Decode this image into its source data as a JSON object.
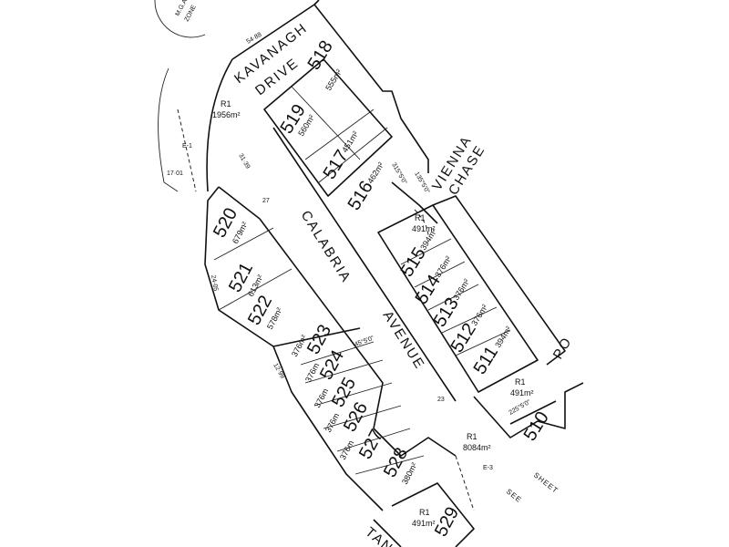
{
  "roads": {
    "kavanagh_line1": "KAVANAGH",
    "kavanagh_line2": "DRIVE",
    "calabria_line1": "CALABRIA",
    "calabria_line2": "AVENUE",
    "vienna_line1": "VIENNA",
    "vienna_line2": "CHASE",
    "partial_left": "TANO",
    "partial_right": "PO"
  },
  "reserves": [
    {
      "code": "R1",
      "area": "1956m²"
    },
    {
      "code": "R1",
      "area": "491m²"
    },
    {
      "code": "R1",
      "area": "491m²"
    },
    {
      "code": "R1",
      "area": "8084m²"
    },
    {
      "code": "R1",
      "area": "491m²"
    }
  ],
  "lots": [
    {
      "number": "518",
      "area": "555m²"
    },
    {
      "number": "519",
      "area": "560m²"
    },
    {
      "number": "517",
      "area": "451m²"
    },
    {
      "number": "516",
      "area": "462m²"
    },
    {
      "number": "515",
      "area": "394m²"
    },
    {
      "number": "514",
      "area": "376m²"
    },
    {
      "number": "513",
      "area": "376m²"
    },
    {
      "number": "512",
      "area": "376m²"
    },
    {
      "number": "511",
      "area": "394m²"
    },
    {
      "number": "510",
      "area": ""
    },
    {
      "number": "520",
      "area": "679m²"
    },
    {
      "number": "521",
      "area": "613m²"
    },
    {
      "number": "522",
      "area": "578m²"
    },
    {
      "number": "523",
      "area": "376m²"
    },
    {
      "number": "524",
      "area": "376m"
    },
    {
      "number": "525",
      "area": "376m"
    },
    {
      "number": "526",
      "area": "376m"
    },
    {
      "number": "527",
      "area": "376m"
    },
    {
      "number": "528",
      "area": "380m²"
    },
    {
      "number": "529",
      "area": ""
    }
  ],
  "annotations": {
    "zone_line1": "M.G.A.",
    "zone_line2": "ZONE",
    "see": "SEE",
    "sheet": "SHEET",
    "e1": "E-1",
    "e3": "E-3",
    "width_27": "27",
    "width_23": "23",
    "dim_5488": "54·88",
    "dim_3139": "31·39",
    "dim_2405": "24·05",
    "dim_1701": "17·01",
    "dim_1299": "12·99",
    "bearing_a": "45°5'0\"",
    "bearing_b": "315°5'0\"",
    "bearing_c": "135°5'0\"",
    "bearing_d": "225°5'0\""
  }
}
